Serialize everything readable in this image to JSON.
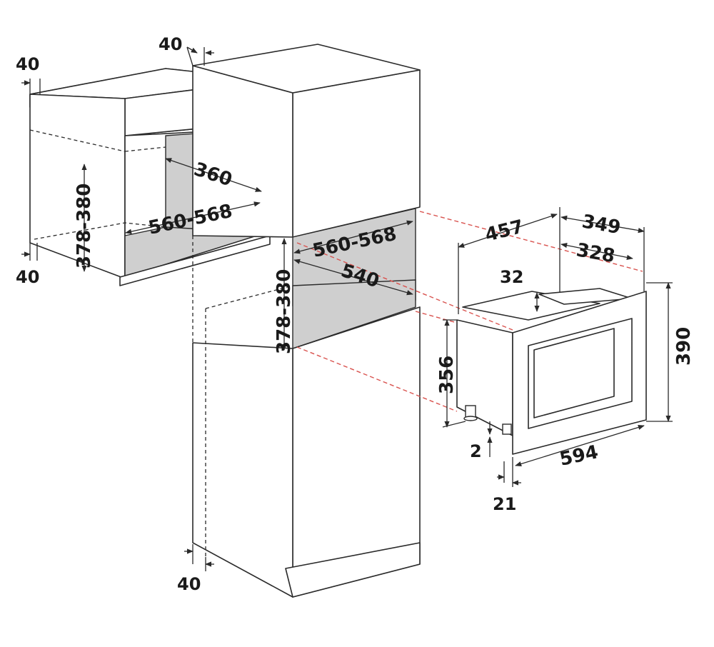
{
  "colors": {
    "line": "#2a2a2a",
    "cavity": "#cfcfcf",
    "guide": "#d9534f"
  },
  "dimensions": {
    "top_gap_left": "40",
    "top_gap_tall": "40",
    "bottom_gap_left": "40",
    "bottom_gap_tall": "40",
    "wall_niche_height": "378-380",
    "wall_niche_depth": "360",
    "wall_niche_width": "560-568",
    "tall_niche_width": "560-568",
    "tall_niche_depth": "540",
    "tall_niche_height": "378-380",
    "oven_depth": "457",
    "oven_panel_depth": "349",
    "oven_inner_depth": "328",
    "oven_top_height": "32",
    "oven_body_height": "356",
    "oven_front_height": "390",
    "oven_foot_height": "2",
    "oven_width": "594",
    "oven_frame_depth": "21"
  }
}
